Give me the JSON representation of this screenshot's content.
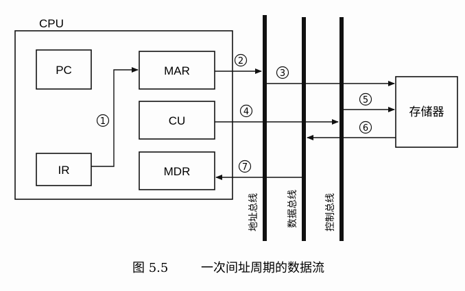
{
  "cpu": {
    "label": "CPU"
  },
  "registers": {
    "pc": "PC",
    "mar": "MAR",
    "cu": "CU",
    "ir": "IR",
    "mdr": "MDR"
  },
  "memory": {
    "label": "存储器"
  },
  "buses": {
    "address": "地址总线",
    "data": "数据总线",
    "control": "控制总线"
  },
  "steps": {
    "s1": "1",
    "s2": "2",
    "s3": "3",
    "s4": "4",
    "s5": "5",
    "s6": "6",
    "s7": "7"
  },
  "caption": {
    "figure": "图 5.5",
    "title": "一次间址周期的数据流"
  }
}
